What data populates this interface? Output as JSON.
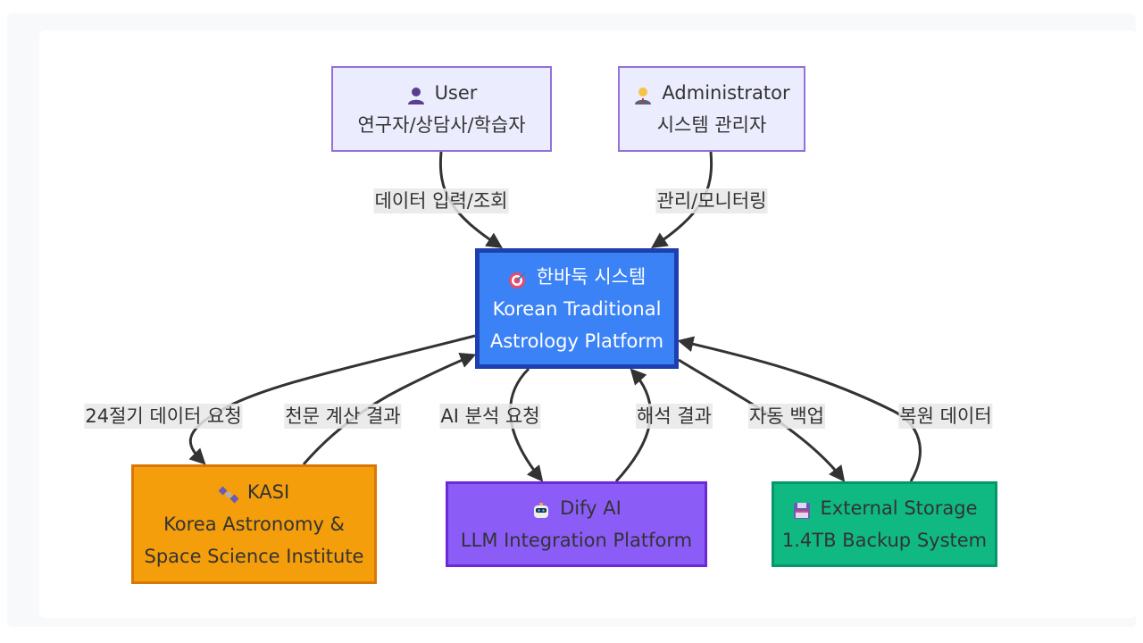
{
  "diagram": {
    "nodes": {
      "user": {
        "icon": "person-icon",
        "title": "User",
        "subtitle": "연구자/상담사/학습자",
        "fill": "#ececff",
        "stroke": "#9370db"
      },
      "admin": {
        "icon": "office-worker-icon",
        "title": "Administrator",
        "subtitle": "시스템 관리자",
        "fill": "#ececff",
        "stroke": "#9370db"
      },
      "core": {
        "icon": "target-icon",
        "title": "한바둑 시스템",
        "line2": "Korean Traditional",
        "line3": "Astrology Platform",
        "fill": "#3b82f6",
        "stroke": "#1e40af"
      },
      "kasi": {
        "icon": "satellite-icon",
        "title": "KASI",
        "line2": "Korea Astronomy &",
        "line3": "Space Science Institute",
        "fill": "#f59e0b",
        "stroke": "#d97706"
      },
      "dify": {
        "icon": "robot-icon",
        "title": "Dify AI",
        "subtitle": "LLM Integration Platform",
        "fill": "#8b5cf6",
        "stroke": "#6d28d9"
      },
      "storage": {
        "icon": "floppy-disk-icon",
        "title": "External Storage",
        "subtitle": "1.4TB Backup System",
        "fill": "#10b981",
        "stroke": "#059669"
      }
    },
    "edges": [
      {
        "from": "user",
        "to": "core",
        "label": "데이터 입력/조회"
      },
      {
        "from": "admin",
        "to": "core",
        "label": "관리/모니터링"
      },
      {
        "from": "core",
        "to": "kasi",
        "label": "24절기 데이터 요청"
      },
      {
        "from": "kasi",
        "to": "core",
        "label": "천문 계산 결과"
      },
      {
        "from": "core",
        "to": "dify",
        "label": "AI 분석 요청"
      },
      {
        "from": "dify",
        "to": "core",
        "label": "해석 결과"
      },
      {
        "from": "core",
        "to": "storage",
        "label": "자동 백업"
      },
      {
        "from": "storage",
        "to": "core",
        "label": "복원 데이터"
      }
    ]
  }
}
